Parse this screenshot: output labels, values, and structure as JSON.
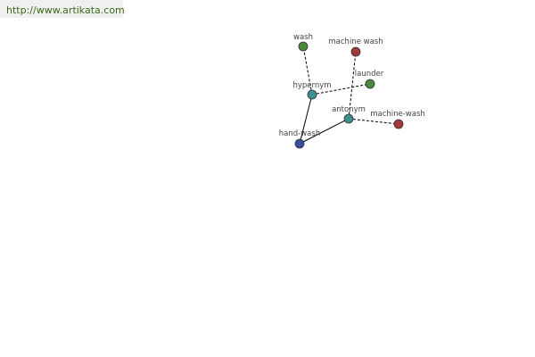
{
  "site_url": "http://www.artikata.com",
  "colors": {
    "root": "#3c4a9c",
    "relation": "#3f8f8f",
    "synonym": "#4a8a3f",
    "antonym_term": "#a33a3a",
    "edge": "#000000"
  },
  "nodes": [
    {
      "key": "wash",
      "label": "wash",
      "kind": "synonym"
    },
    {
      "key": "machine_wash_1",
      "label": "machine wash",
      "kind": "antonym_term"
    },
    {
      "key": "launder",
      "label": "launder",
      "kind": "synonym"
    },
    {
      "key": "hypernym",
      "label": "hypernym",
      "kind": "relation"
    },
    {
      "key": "antonym",
      "label": "antonym",
      "kind": "relation"
    },
    {
      "key": "machine_wash_2",
      "label": "machine-wash",
      "kind": "antonym_term"
    },
    {
      "key": "hand_wash",
      "label": "hand-wash",
      "kind": "root"
    }
  ],
  "edges": [
    {
      "from": "hand_wash",
      "to": "hypernym",
      "style": "solid"
    },
    {
      "from": "hand_wash",
      "to": "antonym",
      "style": "solid"
    },
    {
      "from": "hypernym",
      "to": "wash",
      "style": "dashed"
    },
    {
      "from": "hypernym",
      "to": "launder",
      "style": "dashed"
    },
    {
      "from": "antonym",
      "to": "machine_wash_1",
      "style": "dashed"
    },
    {
      "from": "antonym",
      "to": "machine_wash_2",
      "style": "dashed"
    }
  ]
}
